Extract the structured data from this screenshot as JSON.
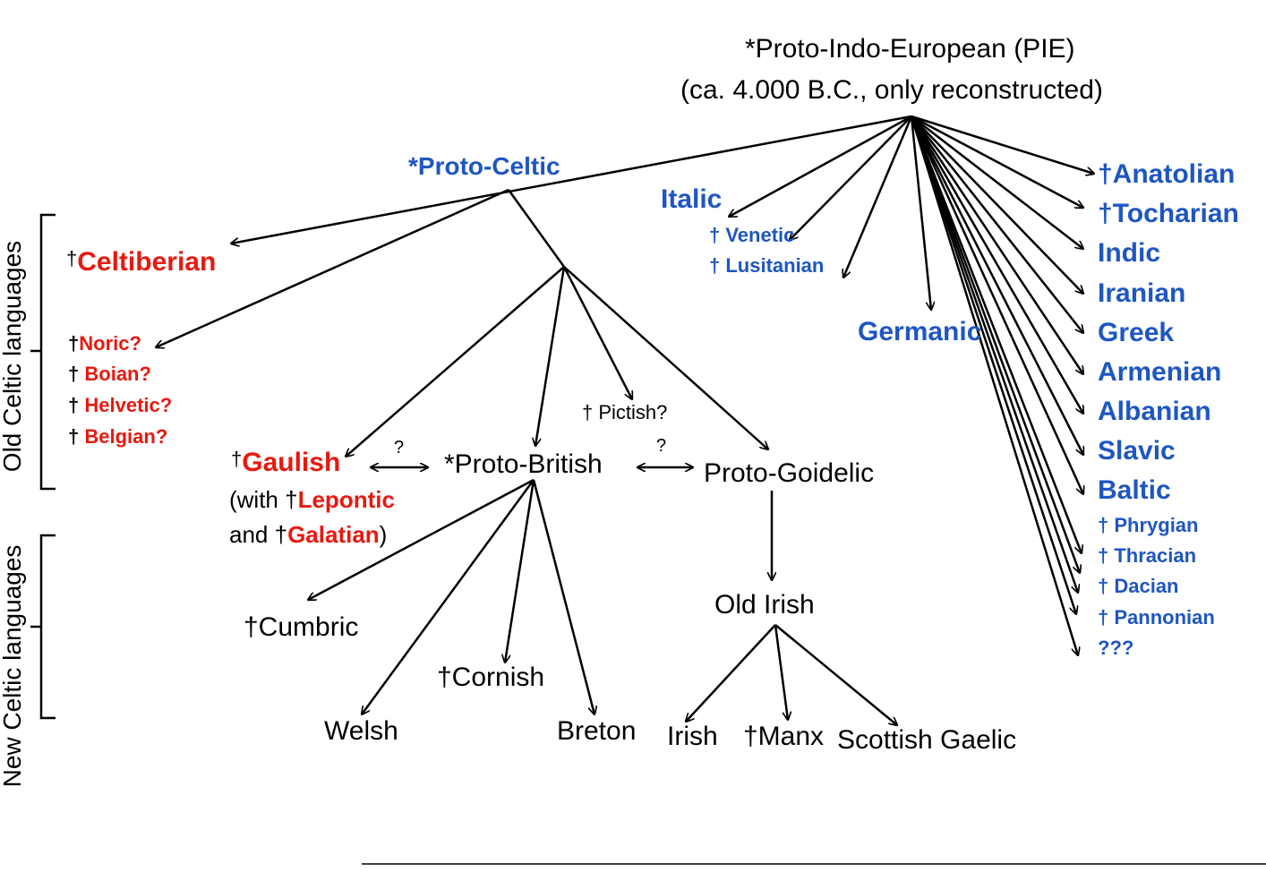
{
  "root": {
    "line1": "*Proto-Indo-European  (PIE)",
    "line2": "(ca. 4.000 B.C., only reconstructed)"
  },
  "proto_celtic": "*Proto-Celtic",
  "italic": {
    "label": "Italic",
    "venetic": "† Venetic",
    "lusitanian": "† Lusitanian"
  },
  "germanic": "Germanic",
  "ie_branches": [
    "†Anatolian",
    "†Tocharian",
    "Indic",
    "Iranian",
    "Greek",
    "Armenian",
    "Albanian",
    "Slavic",
    "Baltic"
  ],
  "minor_branches": [
    "† Phrygian",
    "† Thracian",
    "† Dacian",
    "† Pannonian",
    "???"
  ],
  "old_celtic": {
    "side_label": "Old Celtic languages",
    "celtiberian_dagger": "†",
    "celtiberian": "Celtiberian",
    "continental": [
      {
        "dagger": "†",
        "name": "Noric?"
      },
      {
        "dagger": "†",
        "name": "Boian?"
      },
      {
        "dagger": "†",
        "name": "Helvetic?"
      },
      {
        "dagger": "†",
        "name": "Belgian?"
      }
    ],
    "gaulish_dagger": "†",
    "gaulish": "Gaulish",
    "with_prefix": "(with ",
    "lepontic_dagger": "†",
    "lepontic": "Lepontic",
    "and_prefix": "and ",
    "galatian_dagger": "†",
    "galatian": "Galatian",
    "close_paren": ")"
  },
  "insular": {
    "pictish": "† Pictish?",
    "proto_british": "*Proto-British",
    "proto_goidelic": "Proto-Goidelic",
    "question_1": "?",
    "question_2": "?"
  },
  "new_celtic": {
    "side_label": "New Celtic languages",
    "cumbric": "†Cumbric",
    "welsh": "Welsh",
    "cornish": "†Cornish",
    "breton": "Breton",
    "old_irish": "Old Irish",
    "irish": "Irish",
    "manx": "†Manx",
    "scottish_gaelic": "Scottish Gaelic"
  },
  "colors": {
    "blue": "#1e56c2",
    "red": "#e8190f",
    "black": "#000000"
  }
}
